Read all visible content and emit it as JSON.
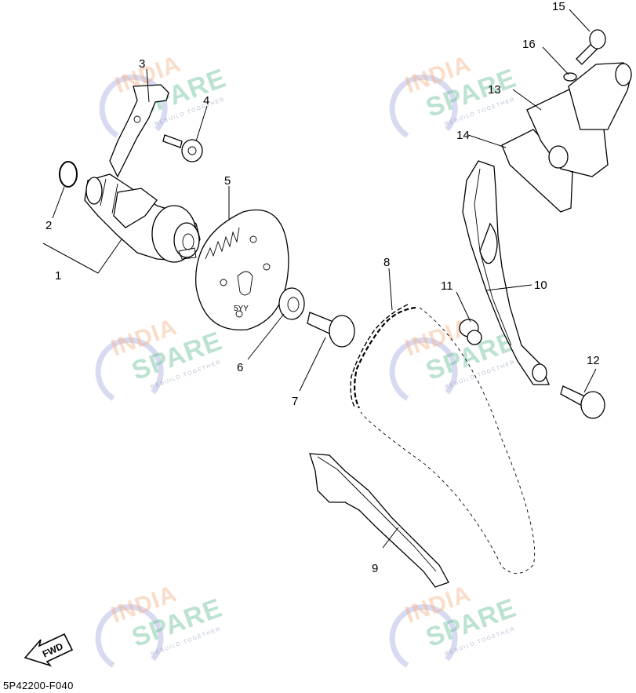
{
  "diagram": {
    "code": "5P42200-F040",
    "fwd_label": "FWD",
    "stamp_text": "5YY",
    "callouts": [
      "1",
      "2",
      "3",
      "4",
      "5",
      "6",
      "7",
      "8",
      "9",
      "10",
      "11",
      "12",
      "13",
      "14",
      "15",
      "16"
    ]
  },
  "watermark": {
    "line1": "INDIA",
    "line2": "SPARE",
    "tagline": "REBUILD TOGETHER",
    "colors": {
      "top": "#f6b48a",
      "mid": "#6cc19a",
      "logo": "#8f95d8"
    }
  }
}
